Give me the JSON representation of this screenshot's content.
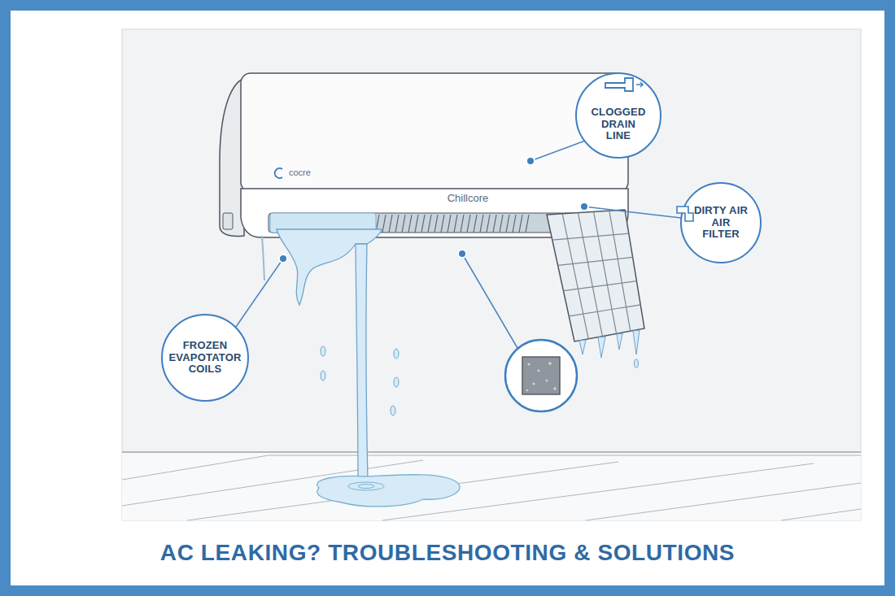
{
  "diagram": {
    "title": "AC LEAKING? TROUBLESHOOTING & SOLUTIONS",
    "nodes": [
      {
        "text": [
          "CLOGGED DRAIN LINE"
        ]
      },
      {
        "text": [
          "DIRTY AIR AIR FILTER"
        ]
      },
      {
        "text": [
          "FROZEN EVAPOTATOR COILS"
        ]
      }
    ],
    "labels": [
      "cocre",
      "Chillcore"
    ]
  }
}
